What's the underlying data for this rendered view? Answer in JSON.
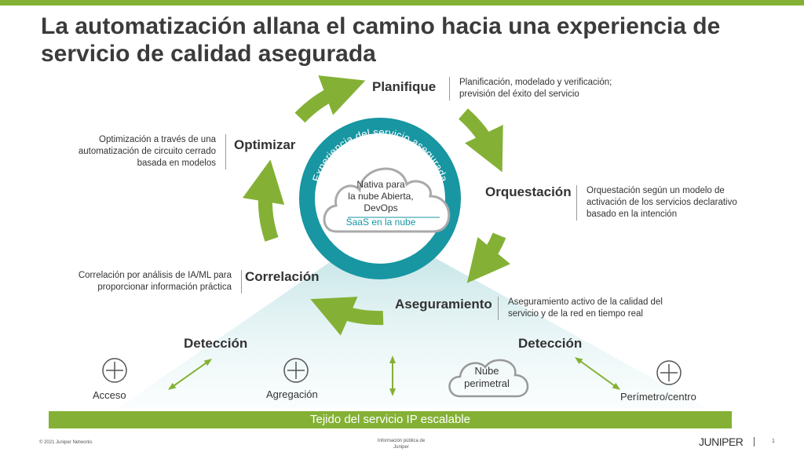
{
  "title": "La automatización allana el camino hacia una experiencia de servicio de calidad asegurada",
  "ring_label": "Experiencia del servicio asegurada",
  "cloud": {
    "line1": "Nativa para",
    "line2": "la nube Abierta,",
    "line3": "DevOps",
    "saas": "SaaS en la nube"
  },
  "stages": {
    "planifique": {
      "label": "Planifique",
      "desc": "Planificación, modelado y verificación; previsión del éxito del servicio"
    },
    "orquestacion": {
      "label": "Orquestación",
      "desc": "Orquestación según un modelo de activación de los servicios declarativo basado en la intención"
    },
    "aseguramiento": {
      "label": "Aseguramiento",
      "desc": "Aseguramiento activo de la calidad del servicio y de la red en tiempo real"
    },
    "correlacion": {
      "label": "Correlación",
      "desc": "Correlación por análisis de IA/ML para proporcionar información práctica"
    },
    "optimizar": {
      "label": "Optimizar",
      "desc": "Optimización a través de una automatización de circuito cerrado basada en modelos"
    }
  },
  "detection_left": "Detección",
  "detection_right": "Detección",
  "nodes": {
    "acceso": "Acceso",
    "agregacion": "Agregación",
    "nube": "Nube perimetral",
    "perimetro": "Perímetro/centro"
  },
  "fabric": "Tejido del servicio IP escalable",
  "footer": {
    "copyright": "© 2021 Juniper Networks",
    "classification": "Información pública de Juniper",
    "logo": "JUNIPER",
    "page": "1"
  },
  "colors": {
    "green": "#84b135",
    "teal": "#1896a2"
  }
}
